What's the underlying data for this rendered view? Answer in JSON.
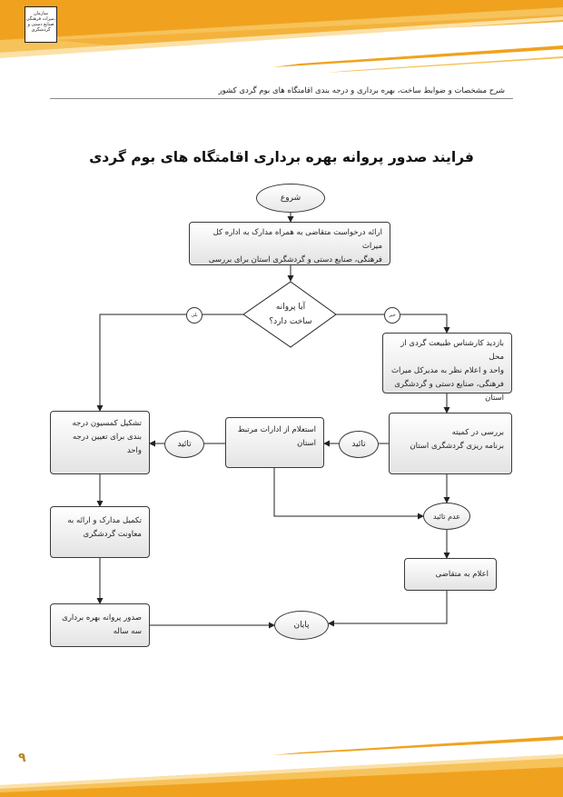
{
  "header": {
    "running_title": "شرح مشخصات و ضوابط ساخت، بهره برداری و درجه بندی اقامتگاه های بوم گردی کشور",
    "logo_text": [
      "سازمان",
      "میراث فرهنگی،",
      "صنایع دستی و گردشگری"
    ]
  },
  "title": "فرایند صدور پروانه بهره برداری اقامتگاه های بوم گردی",
  "flow": {
    "start": "شروع",
    "submit": [
      "ارائه درخواست متقاضی به همراه مدارک به اداره کل میراث",
      "فرهنگی، صنایع دستی و گردشگری استان برای بررسی"
    ],
    "decision": [
      "آیا پروانه",
      "ساخت دارد؟"
    ],
    "yes_label": "بلی",
    "no_label": "خیر",
    "site_visit": [
      "بازدید کارشناس طبیعت گردی از محل",
      "واحد و اعلام نظر به مدیرکل میراث",
      "فرهنگی، صنایع دستی و گردشگری استان"
    ],
    "committee_review": [
      "بررسی در کمیته",
      "برنامه ریزی گردشگری استان"
    ],
    "approve_1": "تائید",
    "inquiry": [
      "استعلام از ادارات مرتبط",
      "استان"
    ],
    "approve_2": "تائید",
    "grading_commission": [
      "تشکیل کمسیون درجه",
      "بندی برای تعیین درجه",
      "واحد"
    ],
    "complete_docs": [
      "تکمیل مدارک و ارائه به",
      "معاونت گردشگری"
    ],
    "not_approved": "عدم تائید",
    "notify_applicant": "اعلام به متقاضی",
    "issue_permit": [
      "صدور پروانه بهره برداری",
      "سه ساله"
    ],
    "end": "پایان"
  },
  "page_number": "۹",
  "colors": {
    "banner_orange": "#f0a21e",
    "banner_light": "#f6c25a",
    "line": "#222222"
  }
}
